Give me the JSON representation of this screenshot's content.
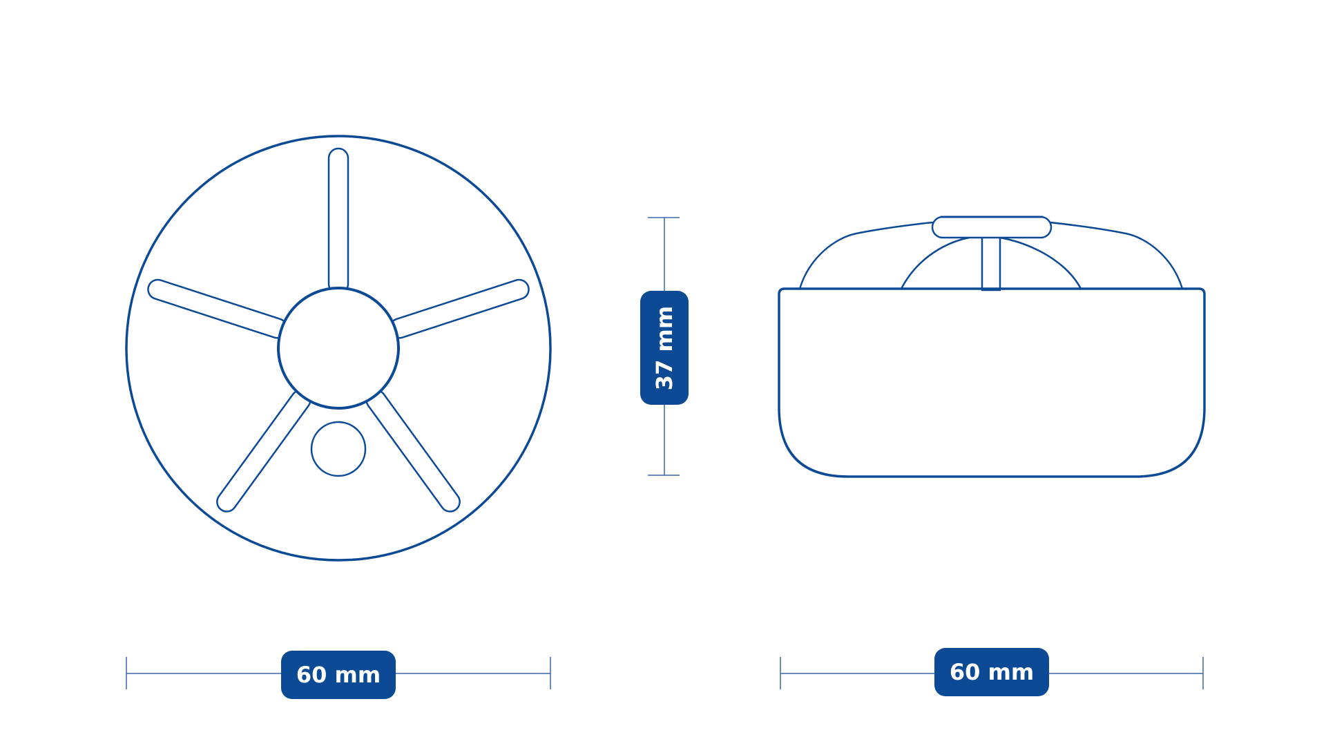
{
  "colors": {
    "outline": "#0d4a96",
    "badge": "#0d4a96",
    "badge_text": "#ffffff",
    "dimension_line": "#3a66a8",
    "background": "#ffffff"
  },
  "dimensions": {
    "top_view_width": "60 mm",
    "side_view_height": "37 mm",
    "side_view_width": "60 mm"
  }
}
